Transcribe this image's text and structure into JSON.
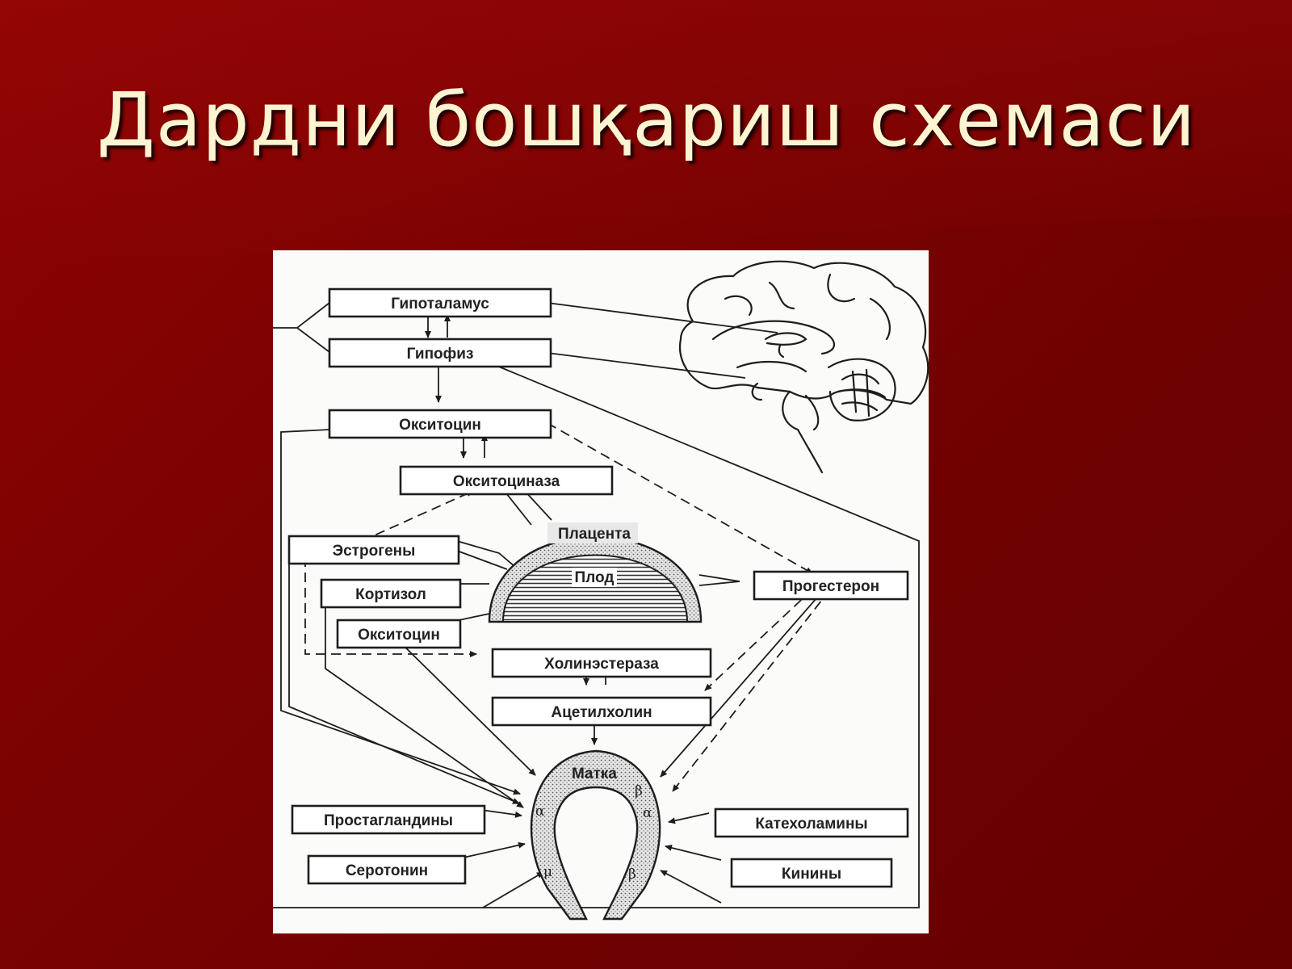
{
  "slide": {
    "title": "Дардни бошқариш схемаси"
  },
  "diagram": {
    "boxes": {
      "hypothalamus": "Гипоталамус",
      "pituitary": "Гипофиз",
      "oxytocin_top": "Окситоцин",
      "oxytocinase": "Окситоциназа",
      "estrogens": "Эстрогены",
      "cortisol": "Кортизол",
      "oxytocin_mid": "Окситоцин",
      "progesterone": "Прогестерон",
      "cholinesterase": "Холинэстераза",
      "acetylcholine": "Ацетилхолин",
      "prostaglandins": "Простагландины",
      "serotonin": "Серотонин",
      "catecholamines": "Катехоламины",
      "kinins": "Кинины"
    },
    "regions": {
      "placenta": "Плацента",
      "fetus": "Плод",
      "uterus": "Матка"
    },
    "receptors": {
      "alpha_left": "α",
      "alpha_right": "α",
      "beta_top": "β",
      "beta_bottom": "β",
      "mu": "μ"
    }
  }
}
